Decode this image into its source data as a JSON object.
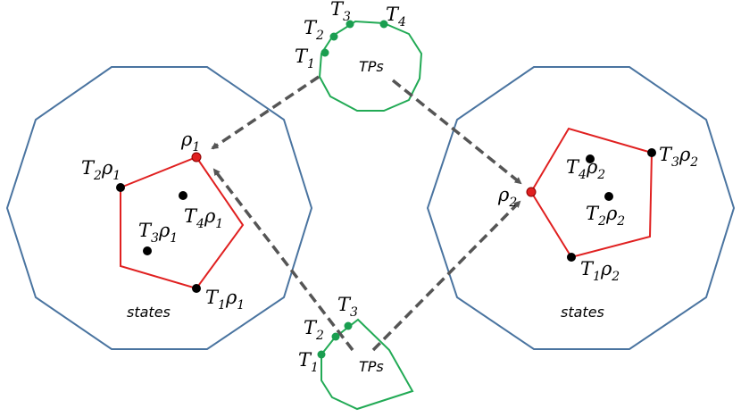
{
  "labels": {
    "states": "states",
    "tps": "TPs",
    "t1": "T",
    "t1_sub": "1",
    "t2": "T",
    "t2_sub": "2",
    "t3": "T",
    "t3_sub": "3",
    "t4": "T",
    "t4_sub": "4",
    "rho": "ρ",
    "s1": "1",
    "s2": "2",
    "s3": "3",
    "s4": "4"
  },
  "colors": {
    "state_space": "#4a74a0",
    "tp_set": "#22aa55",
    "tp_point": "#1a9e50",
    "orbit": "#e02020",
    "state_point": "#e02020",
    "orbit_point": "#000000",
    "arrow": "#555555"
  }
}
